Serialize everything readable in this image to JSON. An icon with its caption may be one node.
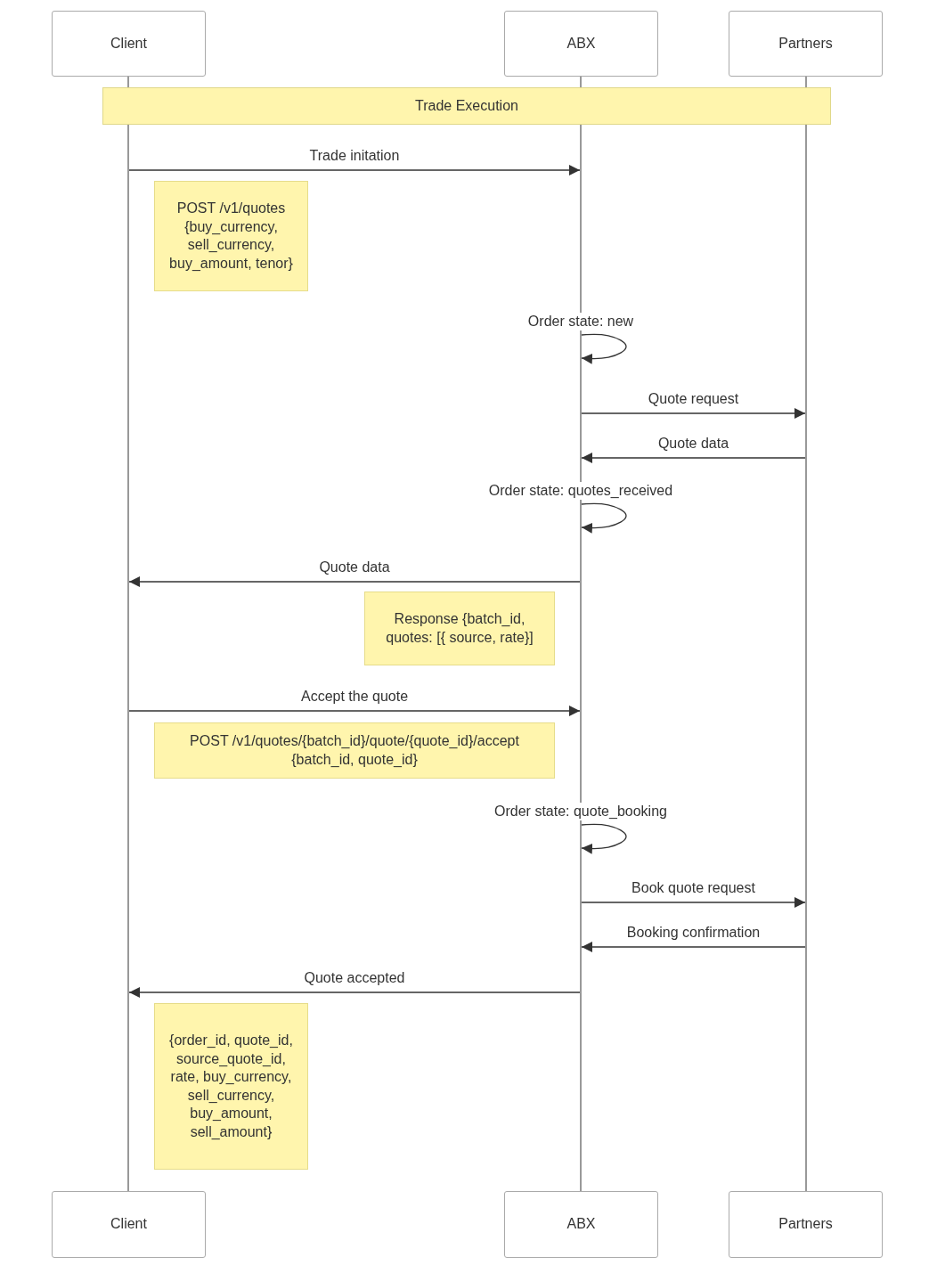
{
  "diagram": {
    "nodes": [
      {
        "text": [
          "Client"
        ]
      },
      {
        "text": [
          "ABX"
        ]
      },
      {
        "text": [
          "Partners"
        ]
      },
      {
        "text": [],
        "shape": "bar"
      },
      {
        "text": [],
        "shape": "bar"
      },
      {
        "text": [],
        "shape": "bar"
      },
      {
        "text": [
          "Trade Execution"
        ]
      },
      {
        "text": [
          "POST /v1/quotes {buy_currency, sell_currency, buy_amount, tenor}"
        ]
      },
      {
        "text": [
          "Response {batch_id, quotes: [{ source, rate}]"
        ]
      },
      {
        "text": [
          "POST /v1/quotes/{batch_id}/quote/{quote_id}/accept {batch_id, quote_id}"
        ]
      },
      {
        "text": [
          "{order_id, quote_id, source_quote_id, rate, buy_currency, sell_currency, buy_amount, sell_amount}"
        ]
      },
      {
        "text": [
          "Client"
        ]
      },
      {
        "text": [
          "ABX"
        ]
      },
      {
        "text": [
          "Partners"
        ]
      }
    ],
    "edges": [
      {
        "from": 3,
        "to": 4,
        "arrow": "to",
        "label": "Trade initation"
      },
      {
        "from": 4,
        "to": 4,
        "arrow": "to",
        "label": "Order state: new"
      },
      {
        "from": 4,
        "to": 5,
        "arrow": "to",
        "label": "Quote request"
      },
      {
        "from": 5,
        "to": 4,
        "arrow": "to",
        "label": "Quote data"
      },
      {
        "from": 4,
        "to": 4,
        "arrow": "to",
        "label": "Order state: quotes_received"
      },
      {
        "from": 4,
        "to": 3,
        "arrow": "to",
        "label": "Quote data"
      },
      {
        "from": 3,
        "to": 4,
        "arrow": "to",
        "label": "Accept the quote"
      },
      {
        "from": 4,
        "to": 4,
        "arrow": "to",
        "label": "Order state: quote_booking"
      },
      {
        "from": 4,
        "to": 5,
        "arrow": "to",
        "label": "Book quote request"
      },
      {
        "from": 5,
        "to": 4,
        "arrow": "to",
        "label": "Booking confirmation"
      },
      {
        "from": 4,
        "to": 3,
        "arrow": "to",
        "label": "Quote accepted"
      }
    ]
  }
}
